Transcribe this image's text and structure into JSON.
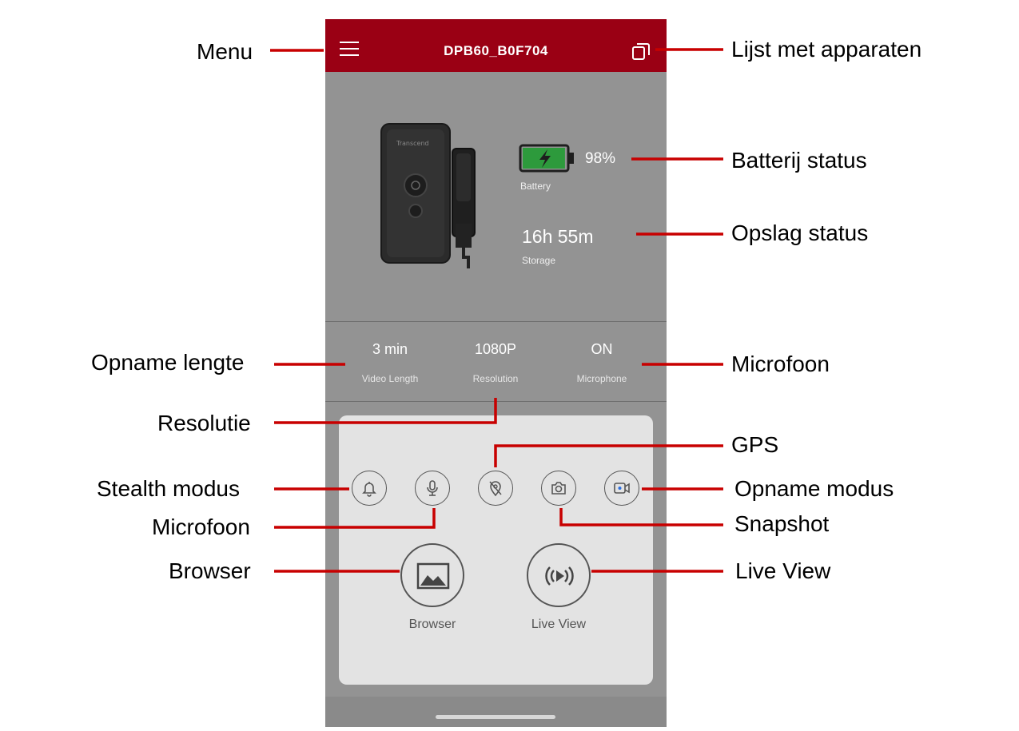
{
  "app": {
    "title": "DPB60_B0F704",
    "battery": {
      "percent": "98%",
      "label": "Battery",
      "level": 0.98
    },
    "storage": {
      "value": "16h 55m",
      "label": "Storage"
    },
    "settings": [
      {
        "value": "3 min",
        "label": "Video Length"
      },
      {
        "value": "1080P",
        "label": "Resolution"
      },
      {
        "value": "ON",
        "label": "Microphone"
      }
    ],
    "small_buttons": [
      "bell-icon",
      "microphone-icon",
      "gps-off-icon",
      "camera-icon",
      "video-record-icon"
    ],
    "browser_label": "Browser",
    "liveview_label": "Live View",
    "camera_brand": "Transcend"
  },
  "callouts": {
    "menu": "Menu",
    "devices": "Lijst met apparaten",
    "battery": "Batterij status",
    "storage": "Opslag status",
    "video_length": "Opname lengte",
    "microphone_setting": "Microfoon",
    "resolution": "Resolutie",
    "gps": "GPS",
    "stealth": "Stealth  modus",
    "record_mode": "Opname modus",
    "microphone_button": "Microfoon",
    "snapshot": "Snapshot",
    "browser": "Browser",
    "live_view": "Live View"
  },
  "colors": {
    "header": "#9a0014",
    "callout_line": "#c80000",
    "battery_fill": "#2d9a3c",
    "screen_bg": "#939393",
    "card_bg": "#e3e3e3"
  }
}
